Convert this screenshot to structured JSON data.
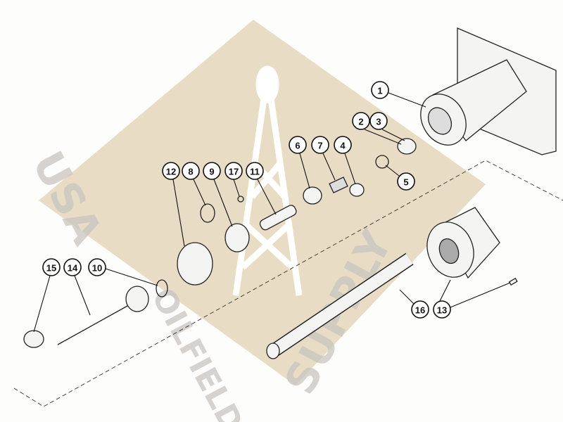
{
  "watermark": {
    "line1": "USA",
    "line2": "OILFIELD",
    "line3": "SUPPLY",
    "color": "#e8dcc4"
  },
  "callouts": [
    "1",
    "2",
    "3",
    "4",
    "5",
    "6",
    "7",
    "8",
    "9",
    "10",
    "11",
    "12",
    "13",
    "14",
    "15",
    "16",
    "17"
  ]
}
